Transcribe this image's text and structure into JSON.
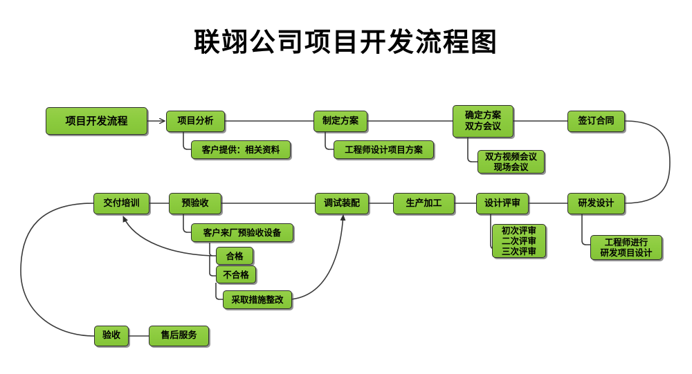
{
  "title": "联翊公司项目开发流程图",
  "style": {
    "node_fill": "#8ccc3f",
    "node_border": "#2e2e2e",
    "wire_color": "#3a3a3a",
    "text_color": "#000000",
    "background": "#ffffff"
  },
  "nodes": {
    "start": "项目开发流程",
    "analysis": "项目分析",
    "analysis_note": "客户提供：相关资料",
    "plan": "制定方案",
    "plan_note": "工程师设计项目方案",
    "confirm": "确定方案\n双方会议",
    "confirm_note": "双方视频会议\n现场会议",
    "contract": "签订合同",
    "rnd": "研发设计",
    "rnd_note": "工程师进行\n研发项目设计",
    "review": "设计评审",
    "review_note": "初次评审\n二次评审\n三次评审",
    "produce": "生产加工",
    "assemble": "调试装配",
    "preaccept": "预验收",
    "preaccept_note": "客户来厂预验收设备",
    "pass": "合格",
    "fail": "不合格",
    "rectify": "采取措施整改",
    "delivery": "交付培训",
    "accept": "验收",
    "aftersales": "售后服务"
  },
  "flow_order": [
    "项目开发流程",
    "项目分析",
    "制定方案",
    "确定方案 双方会议",
    "签订合同",
    "研发设计",
    "设计评审",
    "生产加工",
    "调试装配",
    "预验收",
    "交付培训",
    "验收",
    "售后服务"
  ]
}
